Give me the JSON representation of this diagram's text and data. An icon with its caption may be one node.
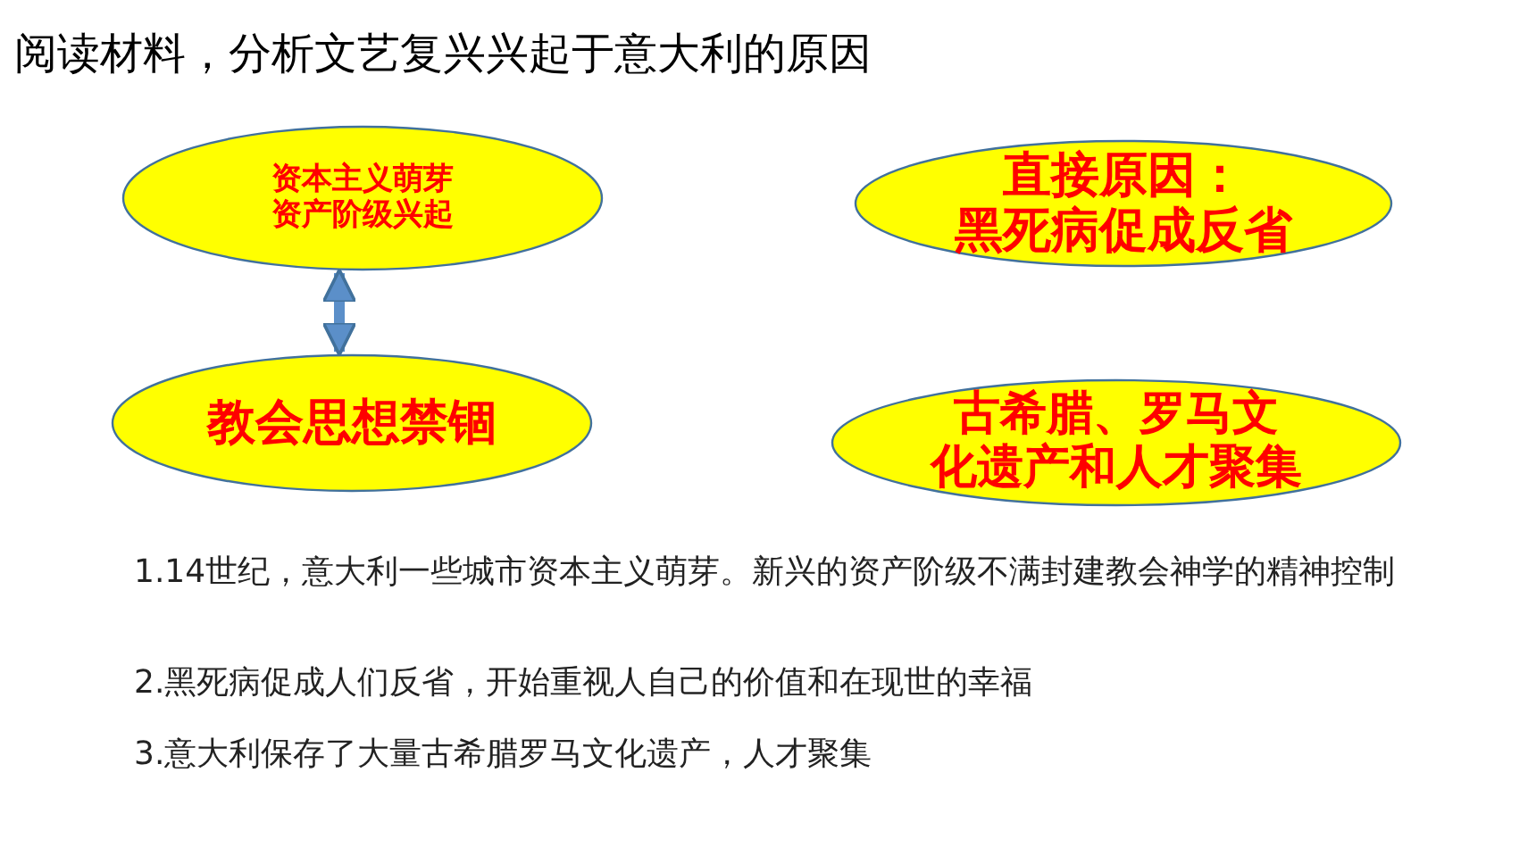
{
  "diagram": {
    "title": "阅读材料，分析文艺复兴兴起于意大利的原因",
    "nodes": [
      {
        "text": [
          "资本主义萌芽资产阶级兴起"
        ]
      },
      {
        "text": [
          "教会思想禁锢"
        ]
      },
      {
        "text": [
          "直接原因：黑死病促成反省"
        ]
      },
      {
        "text": [
          "古希腊、罗马文化遗产和人才聚集"
        ]
      }
    ],
    "edges": [
      {
        "from": 0,
        "to": 1,
        "arrow": "both"
      }
    ],
    "labels": [
      "1.14世纪，意大利一些城市资本主义萌芽。新兴的资产阶级不满封建教会神学的精神控制",
      "2.黑死病促成人们反省，开始重视人自己的价值和在现世的幸福",
      "3.意大利保存了大量古希腊罗马文化遗产，人才聚集"
    ]
  }
}
